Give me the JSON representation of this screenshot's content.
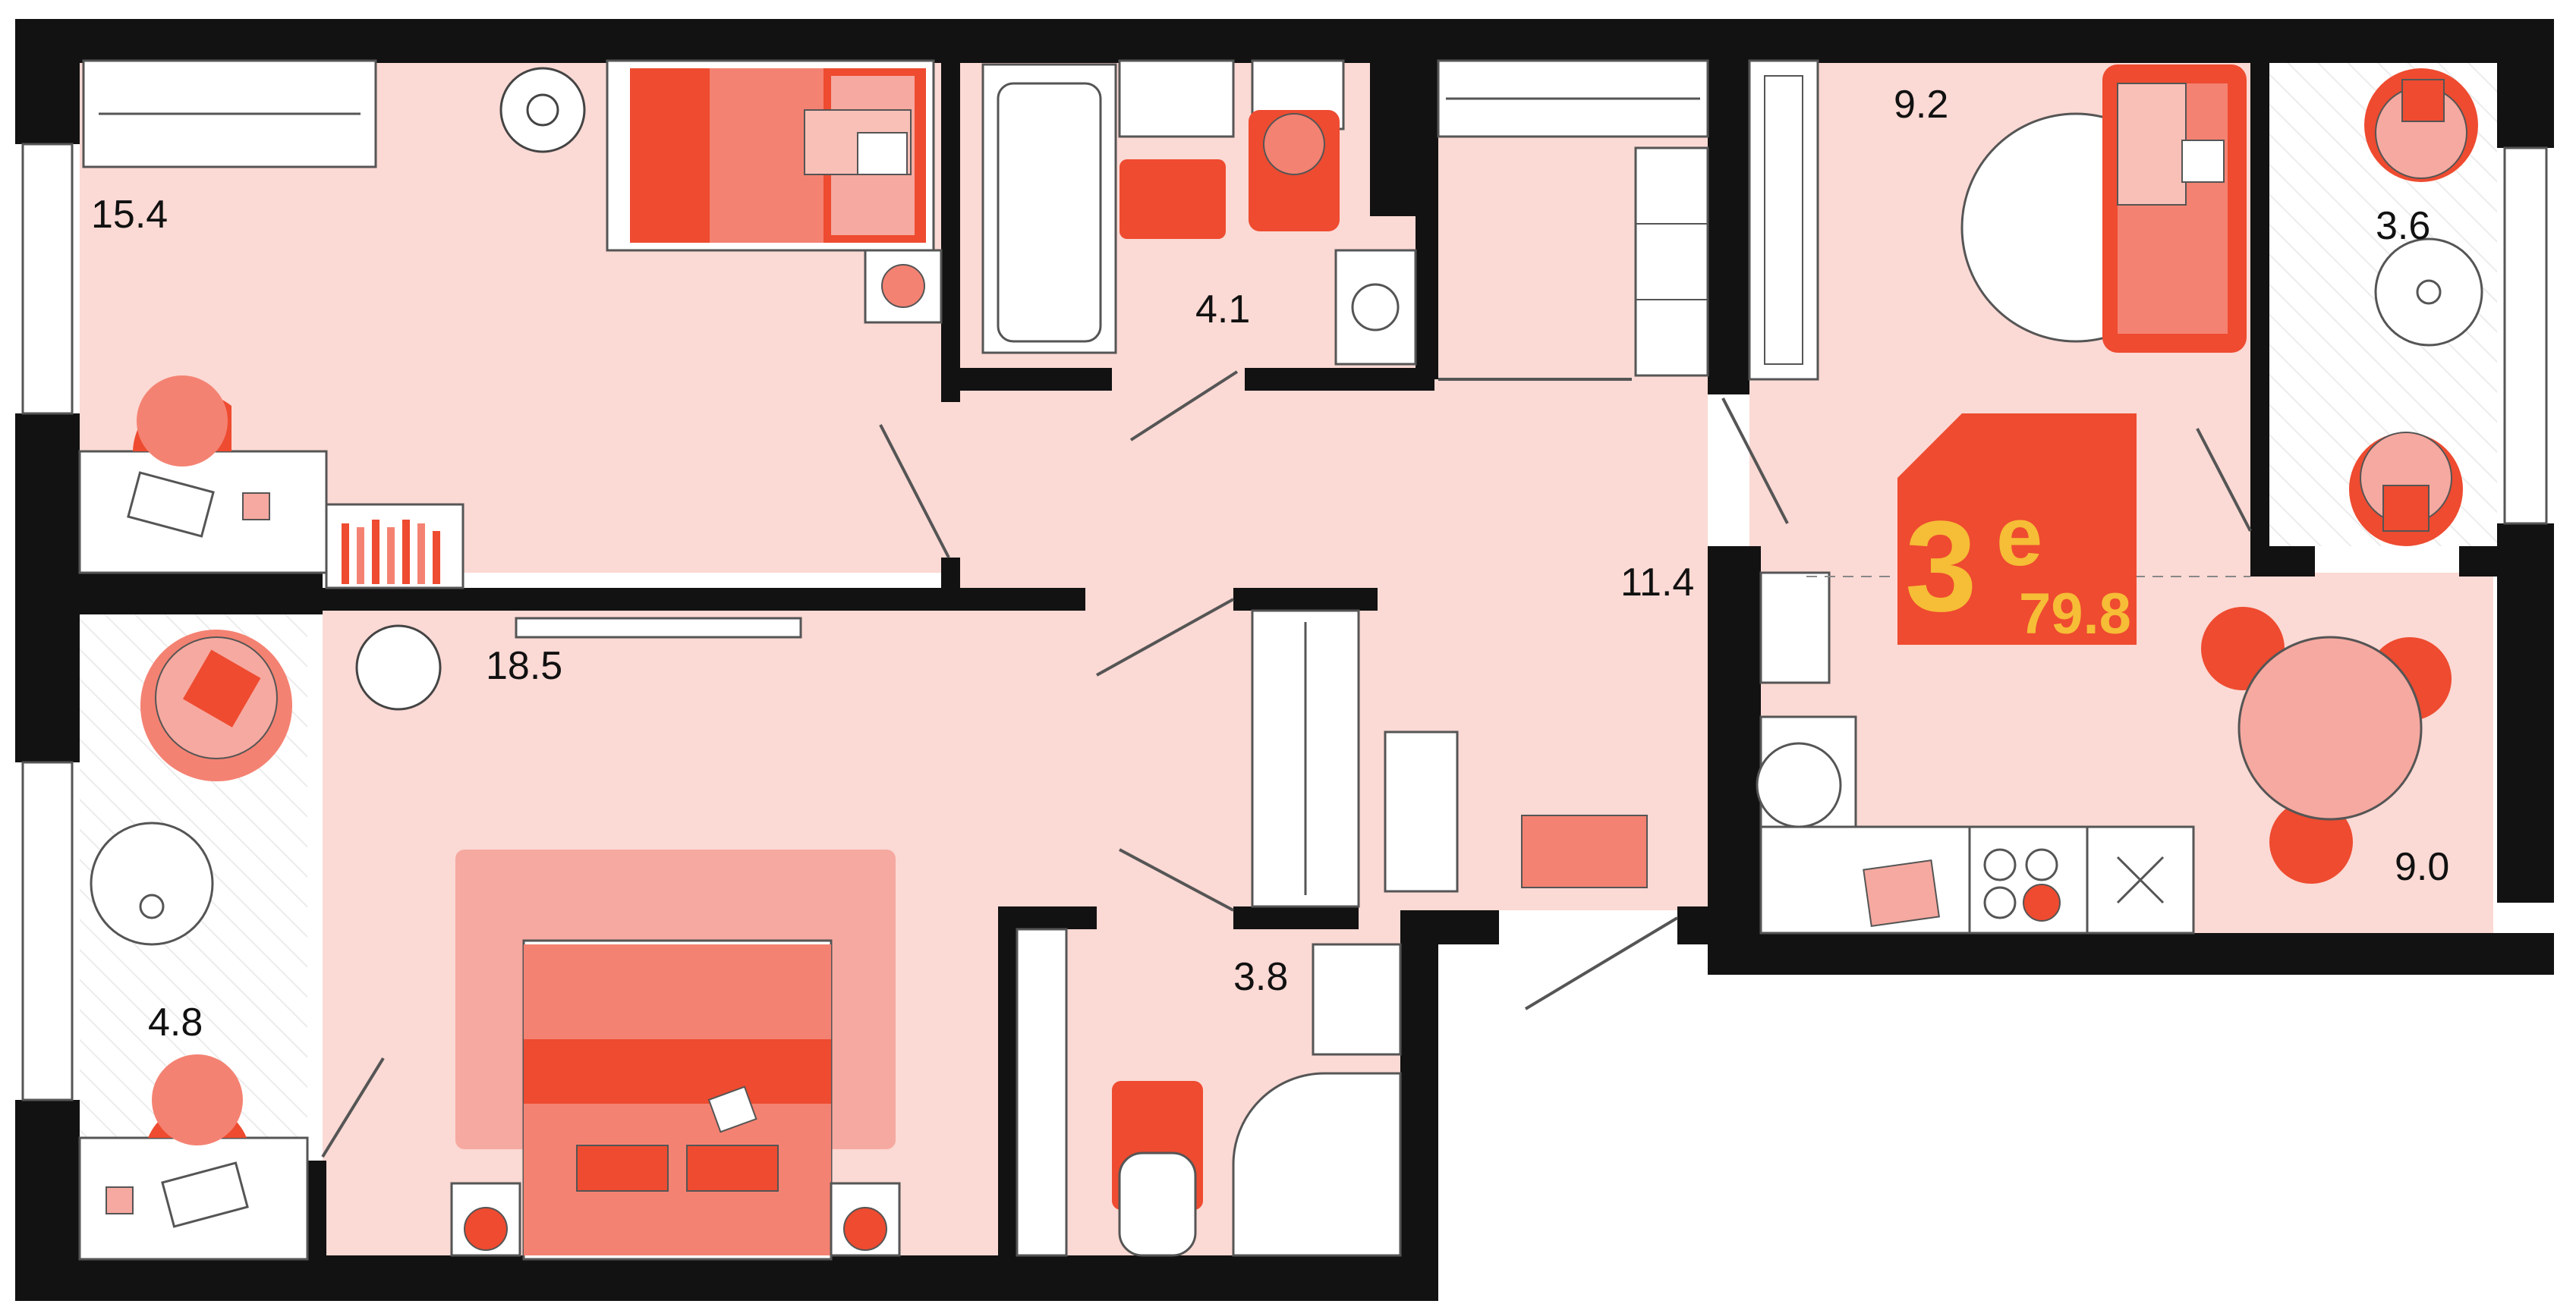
{
  "colors": {
    "wall": "#121212",
    "floor": "#fbd9d4",
    "floor_deep": "#f8c9c1",
    "accent": "#ee4b30",
    "salmon": "#f48272",
    "pink": "#f6a9a0",
    "light_pink": "#f9c0b8",
    "line": "#555555",
    "badge_bg": "#ee4b30",
    "badge_text": "#f6bd36"
  },
  "plan": {
    "rooms": [
      {
        "id": "bedroom-top",
        "area": "15.4"
      },
      {
        "id": "bathroom-top",
        "area": "4.1"
      },
      {
        "id": "living-small",
        "area": "9.2"
      },
      {
        "id": "balcony-right",
        "area": "3.6"
      },
      {
        "id": "hallway",
        "area": "11.4"
      },
      {
        "id": "bedroom-bottom",
        "area": "18.5"
      },
      {
        "id": "kitchen",
        "area": "9.0"
      },
      {
        "id": "balcony-left",
        "area": "4.8"
      },
      {
        "id": "bathroom-bottom",
        "area": "3.8"
      }
    ],
    "badge": {
      "rooms": "3",
      "superscript": "е",
      "total_area": "79.8"
    }
  }
}
